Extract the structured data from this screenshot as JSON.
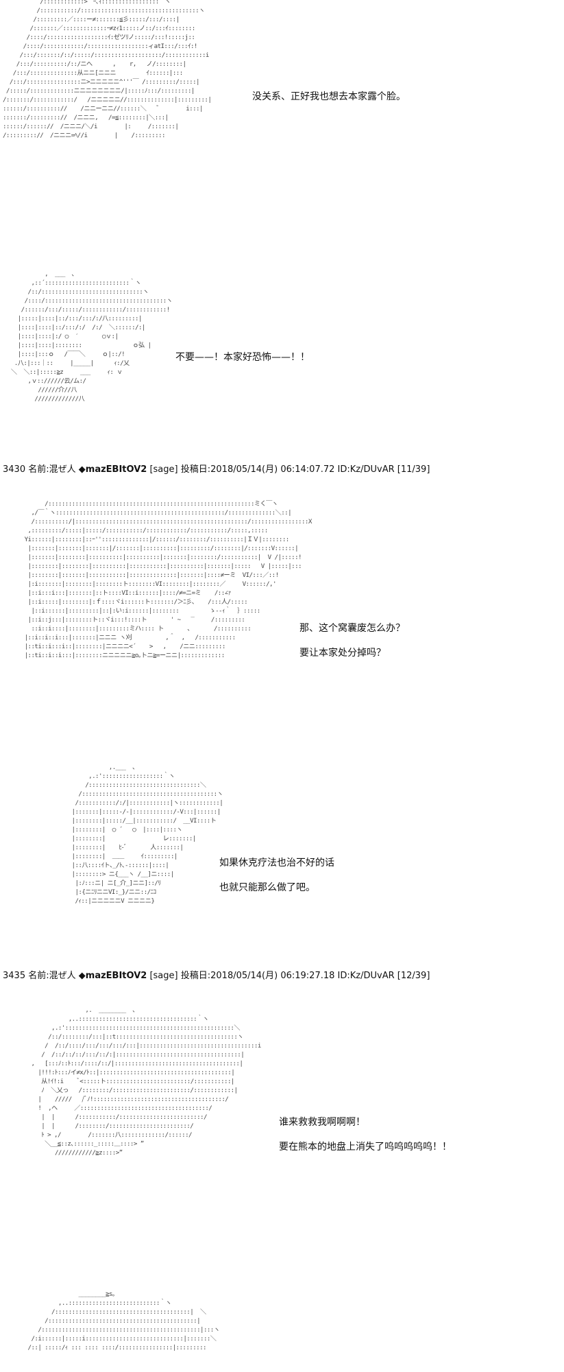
{
  "posts": [
    {
      "id": "block-1",
      "art": "           /::::::::::::>｀ｰ､ｨ:::::::::::::::::｀ヽ\n          /:::::::::::/:::::::::::::::::::::::::::::::::::ヽ\n         /:::::::::／::::ー≠:::::::≦彡:::::/:::/::::|\n        /:::::::／:::::::::::::ｰ≠zｨ1:::::ノ::/:::ｲ::::::::\n       /::::/::::::::::::::::::ｲ:ゼツﾘノ:::::/:::!:::::j::\n      /::::/::::::::::::/::::::::::::::::::ィatI:::/:::ｲ:!\n     /:::/:::::::/::/:::::/::::::::::::::::::::/::::::::::::i\n    /:::/::::::::::/::/ニへ      ,    r,   ノ/::::::::|\n   /:::/::::::::::::::从ニニ[ニニニ         ｲ::::::|:::\n  /:::/::::::::::::::::ニ>ニニニニニ^'''￣ /:::::::::/:::::|\n /:::::/:::::::::::::ニニニニニニニニ/|:::::ﾉ:::/:::::::::|\n/:::::::/::::::::::::/   /ニニニニニ//::::::::::::::|:::::::::|\n::::::/:::::::::://    /ニニーニニ//::::::＼   ゛       i:::|\n:::::::/::::::::://  /ニニニ,   /=≦::::::::|＼:::|\n::::::/:::::://  /ニニニ/＼/i        |:     /:::::::|\n/::::::::://  /ニニニ=ﾍ//i        |    /:::::::::",
      "lines": [
        "没关系、正好我也想去本家露个脸。"
      ]
    },
    {
      "id": "block-2",
      "art": "            ,  ___  ､\n        ,::´:::::::::::::::::::::::::｀ヽ\n       /::/::::::::::::::::::::::::::::::ヽ\n      /::::/::::::::::::::::::::::::::::::::::::ヽ\n     /::::::/:::/:::::/::::::::::::/::::::::::::!\n    |:::::|::::|::/:::/:::/:/八:::::::::|\n    |::::|::::|::/:::/:/  /:/  ＼::::::/:|\n    |::::|::::|:/ ◯  ′       ◯ｖ:|\n    |::::|::::|::::::::               ｏ弘 |\n    |::::|:::ｏ   /￣￣＼     ｏ|::/!\n   .八:|:::｜::     |_____|      ｨ:/乂\n  ＼  ＼::|:::::≧z     ___     ｨ: ｖ\n       ,ｖ:://////云/ム:/\n          //////介//八\n         /////////////八",
      "lines": [
        "不要——！本家好恐怖——！！"
      ]
    },
    {
      "id": "block-3",
      "header": {
        "num": "3430",
        "label": "名前:",
        "name": "混ぜ人",
        "trip": "◆mazEBItOV2",
        "sage": "[sage]",
        "date_label": "投稿日:",
        "date": "2018/05/14(月) 06:14:07.72",
        "uid": "ID:Kz/DUvAR",
        "count": "[11/39]"
      },
      "art": "            /:::::::::::::::::::::::::::::::::::::::::::::::::::::::::::::ミく￣ヽ\n        ,/￣｀ヽ::::::::::::::::::::::::::::::::::::::::::::::::::/::::::::::::::＼::|\n        /::::::::::/|:::::::::::::::::::::::::::::::::::::::::::::::::::/:::::::::::::::::X\n       ,:::::::::/:::::|:::::/:::::::::::/::::::::::::/:::::::::::/:::::,:::::\n      Yi::::::|::::::::|::ｰ''::::::::::::::|/::::::/::::::::/::::::::::|ＩＶ|::::::::\n       |:::::::|:::::::|:::::::|/:::::::|::::::::::|:::::::::/::::::::|/:::::::V::::::|\n       |:::::::|::::::::|::::::::::|::::::::::|:::::::|::::::::/:::::::::::|  V /|:::::!\n       |::::::::|::::::::|::::::::::|:::::::::::|::::::::::|:::::::|:::::   V |:::::|:::\n       |::::::::|:::::::|:::::::::::|::::::::::::::|:::::::|::::≠ーミ  VI/:::／::!\n       |:i:::::::|::::::::|::::::::ト::::::::VI::::::::|::::::::／     V::::::/,'\n       |::i:::i:::|:::::::|::ト::::VI::i::::::|::::/≠=ニ=ミ    /::∠ｧ\n       |::i:::::|::::::::|:ｆ::::ヾi::::::ト:::::::/＞ﾆ彡、   /:::人/:::::\n        |::i::::::|:::::::::|::|:い:i::::::|::::::::         ゝ--ｨ｀  ｝:::::\n       |::i::j:::|::::::::ト::ヾi:::!::::ト       ' ~   ‾     /:::::::::\n        ::i::i::::|::::::::|:::::::::ミハ:::: ト       ､       /::::::::::\n      |::i::i::i:::|:::::::|ニニニ ヽ刈          ,＾  ,   /:::::::::::\n      |::ti::i:::i::|::::::::|ニニニニ<´    >   ,    /ニニ:::::::::\n      |::ti::i::i:::|::::::::ニニニニニ≧o｡トニ≧=ーニニ|:::::::::::::",
      "lines": [
        "那、这个窝囊废怎么办？",
        "要让本家处分掉吗？"
      ]
    },
    {
      "id": "block-4",
      "art": "                  ,.___  ､\n            ,.:'::::::::::::::::::｀ヽ\n           /:::::::::::::::::::::::::::::::::＼\n         /::::::::::::::::::::::::::::::::::::::::ヽ\n        /:::::::::::/:/|::::::::::::|ヽ::::::::::::|\n       |:::::::|:::::-/-|::::::::::::/-V:::|::::::|\n       |::::::::|:::::/__|:::::::::::/  __VI::::ト\n       |::::::::|  ◯ ´   ◯  |::::|::::ヽ\n       |::::::::|                 レ:::::::|\n       |::::::::|    ﾋ-ﾞ       人:::::::|\n       |::::::::|  ＿＿     ｲ:::::::::|\n       |::八::::ｲト､_/ﾄ､-::::::|::::|\n       |::::::::> ニ{___ヽ /__]ニ::::|\n        |:ﾉ:::ニ| ニ[_介_]ニニ]::/ﾘ\n        |:{ニﾆﾘニニVI:_}/ニニ::/ﾆｺ\n        /ｨ::|ニニニニニV ニニニニ}",
      "lines": [
        "如果休克疗法也治不好的话",
        "也就只能那么做了吧。"
      ]
    },
    {
      "id": "block-5",
      "header": {
        "num": "3435",
        "label": "名前:",
        "name": "混ぜ人",
        "trip": "◆mazEBItOV2",
        "sage": "[sage]",
        "date_label": "投稿日:",
        "date": "2018/05/14(月) 06:19:27.18",
        "uid": "ID:Kz/DUvAR",
        "count": "[12/39]"
      },
      "art": "                        ,.  ________  ､\n                   ,..:::::::::::::::::::::::::::::::::::｀ヽ\n              ,.:'::::::::::::::::::::::::::::::::::::::::::::::::::＼\n             /::/::::::::/:::|::t::::::::::::::::::::::::::::::::::::ヽ\n            /  /::/::::/:::/:::/:::/:::|:::::::::::::::::::::::::::::::::::i\n           /  /::/::/::/:::/::/:|:::::::::::::::::::::::::::::::::::::|\n        ,   [:::ﾉ::ﾄ:::/::::/::/|:::::::::::::::::::::::::::::::::::::|\n          |!!!:ﾄ:::ﾉイ≠x/ﾄ::|:::::::::::::::::::::::::::::::::::::::|\n           从!ｲ!:i    ﾞ<:::::ト:::::::::::::::::::::::::/:::::::::::|\n           ﾉ  ＼乂っ   /::::::::/:::::::::::::::::::::::/::::::::::::|\n          |    /////   /ﾞﾉ!:::::::::::::::::::::::::::::::::::::::/\n          !  ,ヘ     ／::::::::::::::::::::::::::::::::::::::/\n           |  |      /:::::::::::/:::::::::::::::::::::::::/\n           |  |      /::::::::/::::::::::::::::::::::::/\n           ﾄ > ,/        /:::::::八:::::::::::::/::::::/\n            ＼__≦::z､::::::_:::::＿::::> ”\n               ////////////≧z::::>”",
      "lines": [
        "谁来救救我啊啊啊！",
        "要在熊本的地盘上消失了呜呜呜呜呜！！"
      ]
    },
    {
      "id": "block-6",
      "art": "                      ________≧s｡\n                ,..:::::::::::::::::::::::::::｀ヽ\n              /::::::::::::::::::::::::::::::::::::::::|  ＼\n            /::::::::::::::::::::::::::::::::::::::::::::|\n          /:::::::::::::::::::::::::::::::::::::::::::::::|:::ヽ\n        /:i::::::|:::::i:::::::::::::::::::::::::::::|:::::::＼\n       /::| :::::/ｨ ::: :::: ::::/::::::::::::::::|:::::::::",
      "lines": []
    }
  ]
}
